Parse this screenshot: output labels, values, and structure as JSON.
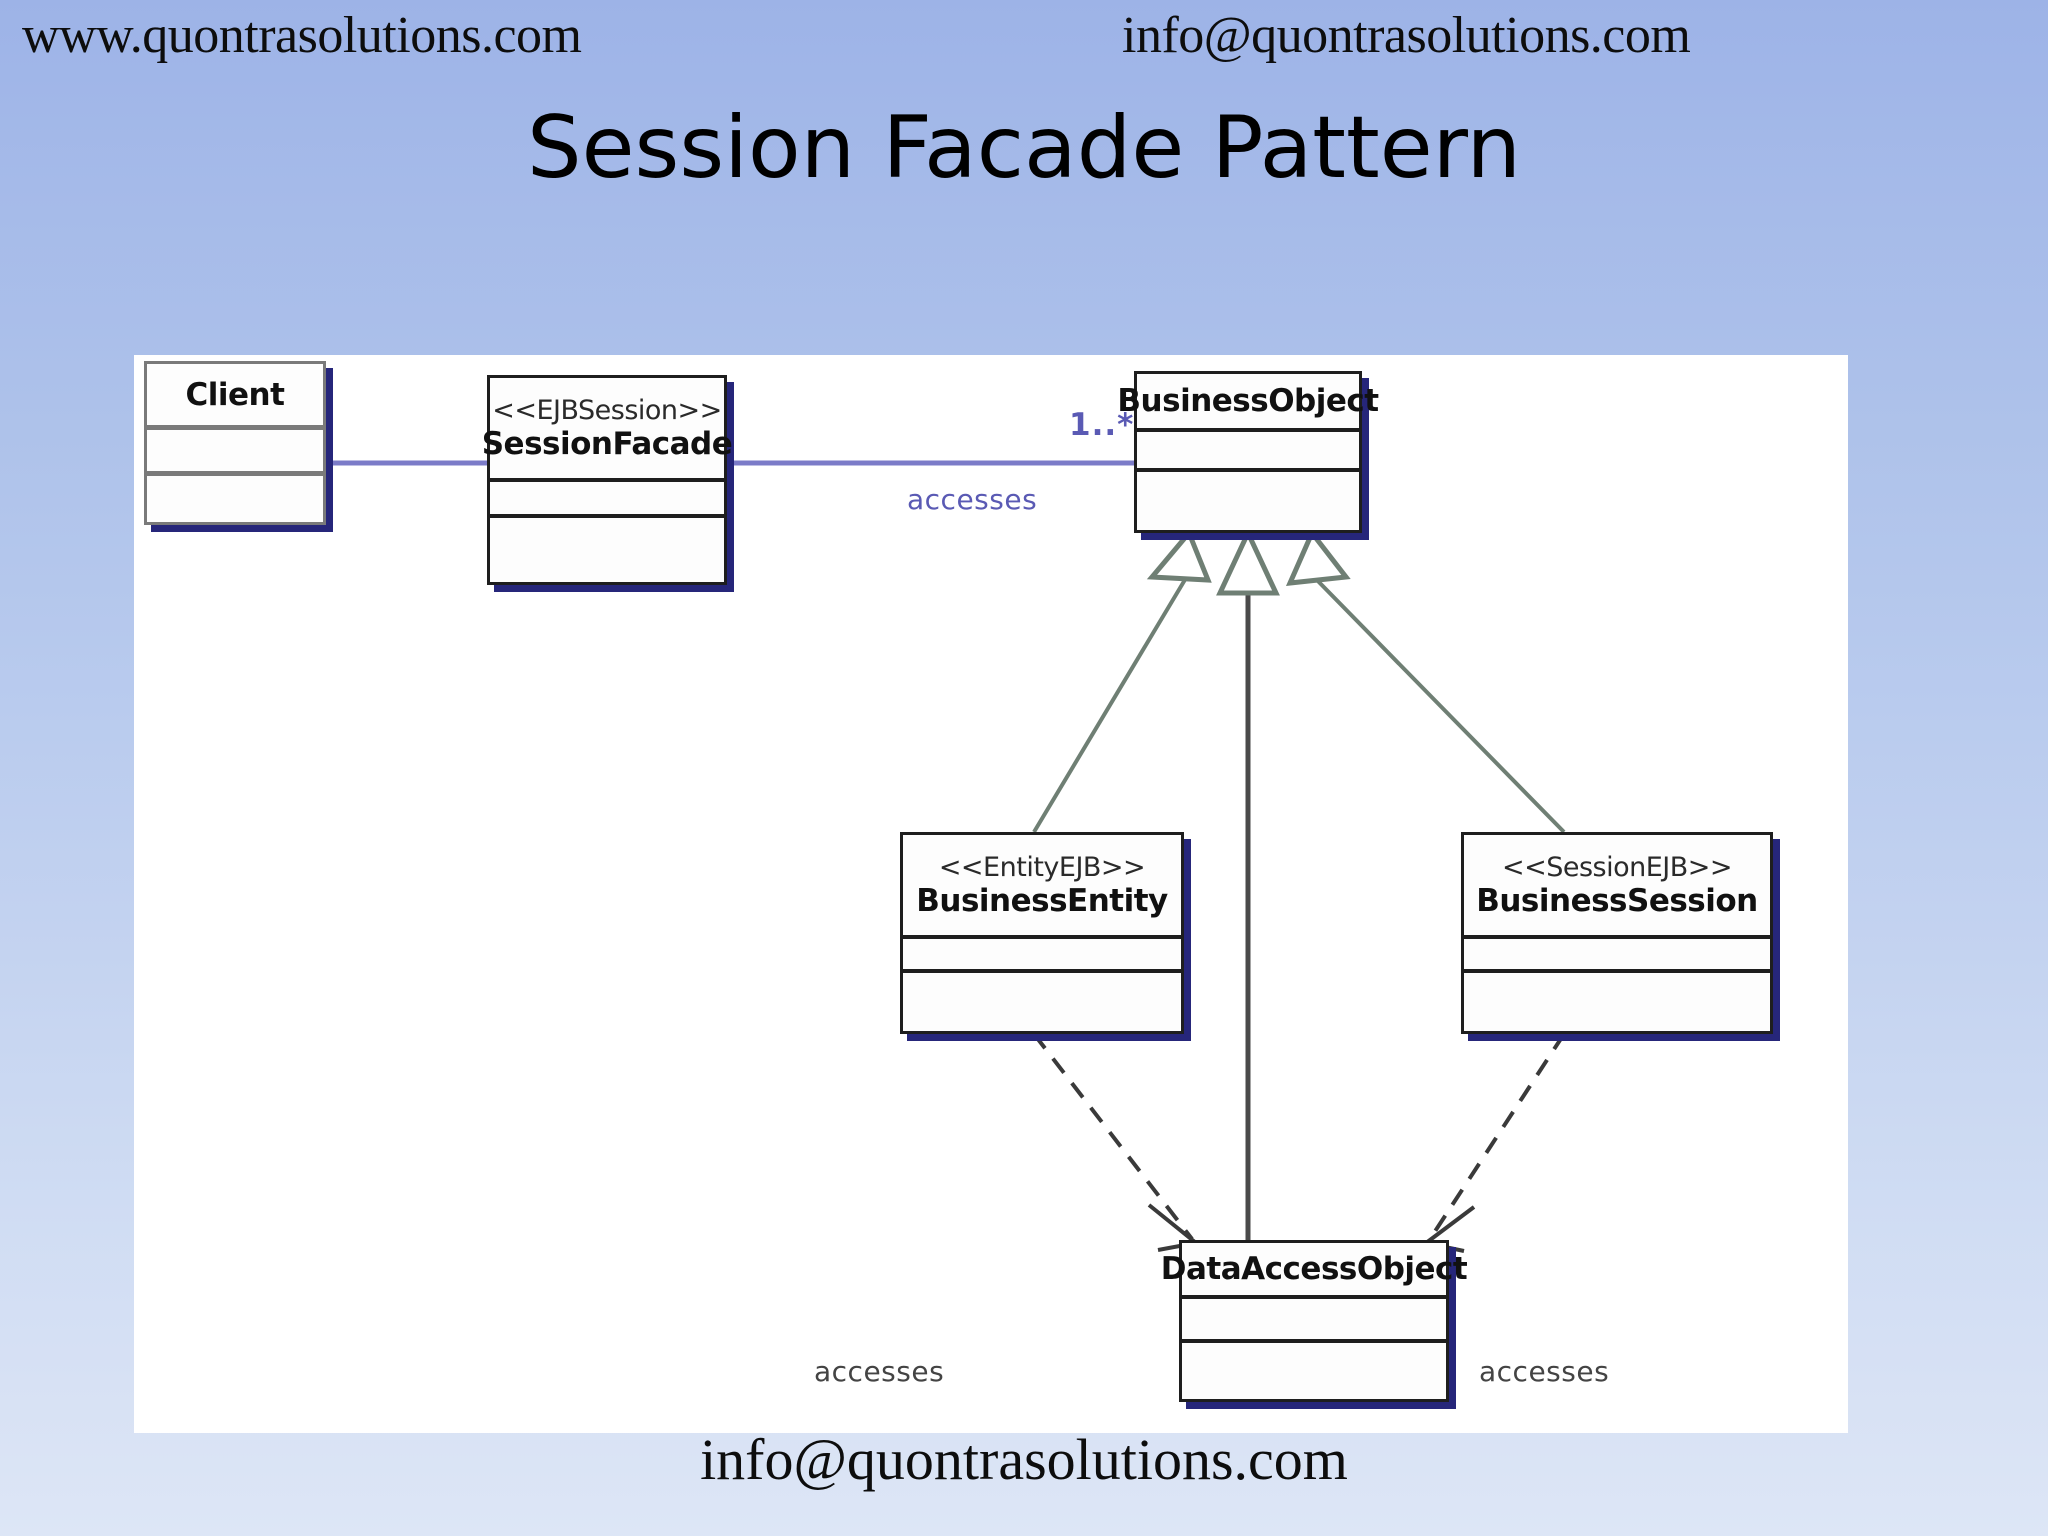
{
  "header": {
    "site_url": "www.quontrasolutions.com",
    "site_email": "info@quontrasolutions.com"
  },
  "title": "Session Facade Pattern",
  "footer": {
    "email": "info@quontrasolutions.com"
  },
  "colors": {
    "background_top": "#9db3e7",
    "background_bottom": "#dde6f6",
    "panel": "#ffffff",
    "box_border": "#1e1e1e",
    "box_border_gray": "#7a7a7a",
    "box_shadow": "#26267a",
    "association_line": "#6b6bc4",
    "accent_label": "#5a5ab4",
    "generalization_line": "#6f7f74",
    "dependency_line": "#3a3a3a"
  },
  "diagram": {
    "type": "uml-class-diagram",
    "classes": [
      {
        "id": "client",
        "stereotype": "",
        "name": "Client",
        "compartments": 3
      },
      {
        "id": "sessionfacade",
        "stereotype": "<<EJBSession>>",
        "name": "SessionFacade",
        "compartments": 3
      },
      {
        "id": "businessobject",
        "stereotype": "",
        "name": "BusinessObject",
        "compartments": 3
      },
      {
        "id": "businessentity",
        "stereotype": "<<EntityEJB>>",
        "name": "BusinessEntity",
        "compartments": 3
      },
      {
        "id": "businesssession",
        "stereotype": "<<SessionEJB>>",
        "name": "BusinessSession",
        "compartments": 3
      },
      {
        "id": "dataaccessobject",
        "stereotype": "",
        "name": "DataAccessObject",
        "compartments": 3
      }
    ],
    "relationships": [
      {
        "from": "client",
        "to": "sessionfacade",
        "kind": "association",
        "label": "",
        "multiplicity": ""
      },
      {
        "from": "sessionfacade",
        "to": "businessobject",
        "kind": "association",
        "label": "accesses",
        "multiplicity": "1..*"
      },
      {
        "from": "businessentity",
        "to": "businessobject",
        "kind": "generalization",
        "label": ""
      },
      {
        "from": "dataaccessobject",
        "to": "businessobject",
        "kind": "generalization",
        "label": ""
      },
      {
        "from": "businesssession",
        "to": "businessobject",
        "kind": "generalization",
        "label": ""
      },
      {
        "from": "businessentity",
        "to": "dataaccessobject",
        "kind": "dependency",
        "label": "accesses"
      },
      {
        "from": "businesssession",
        "to": "dataaccessobject",
        "kind": "dependency",
        "label": "accesses"
      }
    ],
    "labels": {
      "multiplicity": "1..*",
      "accesses_top": "accesses",
      "accesses_left": "accesses",
      "accesses_right": "accesses"
    }
  }
}
